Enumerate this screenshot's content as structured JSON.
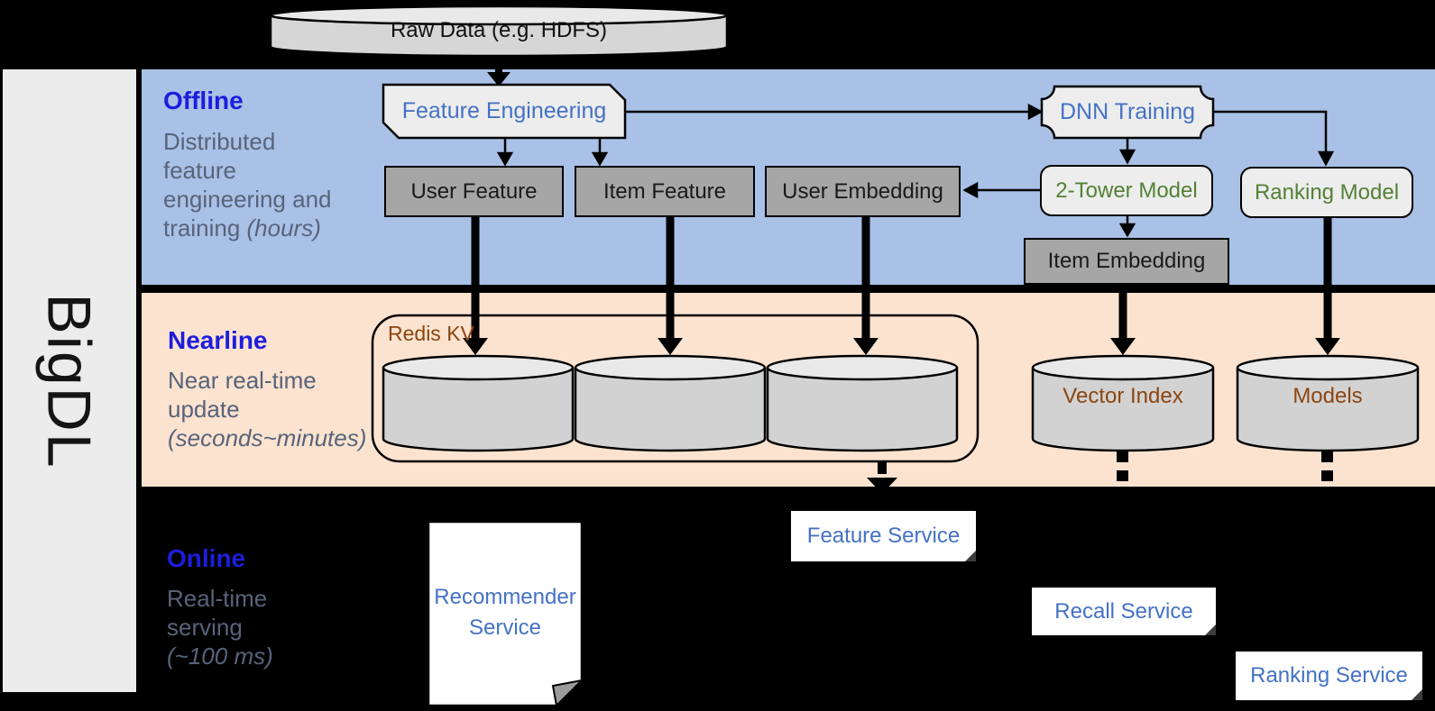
{
  "brand": {
    "name": "BigDL"
  },
  "source": {
    "label": "Raw Data (e.g. HDFS)"
  },
  "sections": {
    "offline": {
      "title": "Offline",
      "desc": "Distributed\nfeature\nengineering and\ntraining ",
      "desc_italic": "(hours)"
    },
    "nearline": {
      "title": "Nearline",
      "desc": "Near real-time\nupdate\n",
      "desc_italic": "(seconds~minutes)"
    },
    "online": {
      "title": "Online",
      "desc": "Real-time\nserving\n",
      "desc_italic": "(~100 ms)"
    }
  },
  "nodes": {
    "feature_engineering": "Feature Engineering",
    "dnn_training": "DNN Training",
    "user_feature": "User Feature",
    "item_feature": "Item Feature",
    "user_embedding": "User Embedding",
    "two_tower_model": "2-Tower Model",
    "ranking_model": "Ranking Model",
    "item_embedding": "Item Embedding"
  },
  "stores": {
    "redis_kv": "Redis KV",
    "vector_index": "Vector Index",
    "models": "Models"
  },
  "services": {
    "recommender": "Recommender Service",
    "feature": "Feature Service",
    "recall": "Recall Service",
    "ranking": "Ranking Service"
  },
  "colors": {
    "offline_band": "#a9c1e7",
    "nearline_band": "#fbe3d0",
    "online_band": "#000000",
    "section_title_blue": "#1d1ddd",
    "desc_gray": "#58637a",
    "node_blue": "#4472c4",
    "node_green": "#538135",
    "store_brown": "#8c4510",
    "gray_box": "#a6a6a6",
    "light_box": "#ededed",
    "cylinder_body": "#d2d2d2",
    "cylinder_top": "#e9e9e9"
  }
}
